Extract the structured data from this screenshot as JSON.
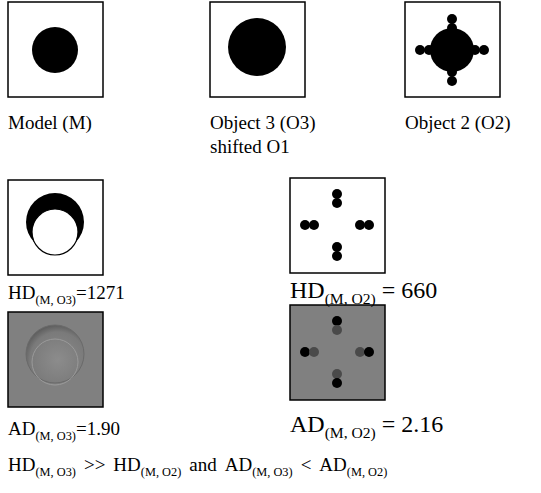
{
  "diagram": {
    "labels": [
      "Model (M)",
      "Object 3 (O3)",
      "shifted O1",
      "Object 2 (O2)",
      "HD",
      "(M, O3)",
      "=1271",
      "HD",
      "(M, O2)",
      "= 660",
      "AD",
      "(M, O3)",
      "=1.90",
      "AD",
      "(M, O2)",
      "= 2.16",
      "HD",
      "(M, O3)",
      ">>",
      "HD",
      "(M, O2)",
      "and",
      "AD",
      "(M, O3)",
      "<",
      "AD",
      "(M, O2)"
    ]
  }
}
